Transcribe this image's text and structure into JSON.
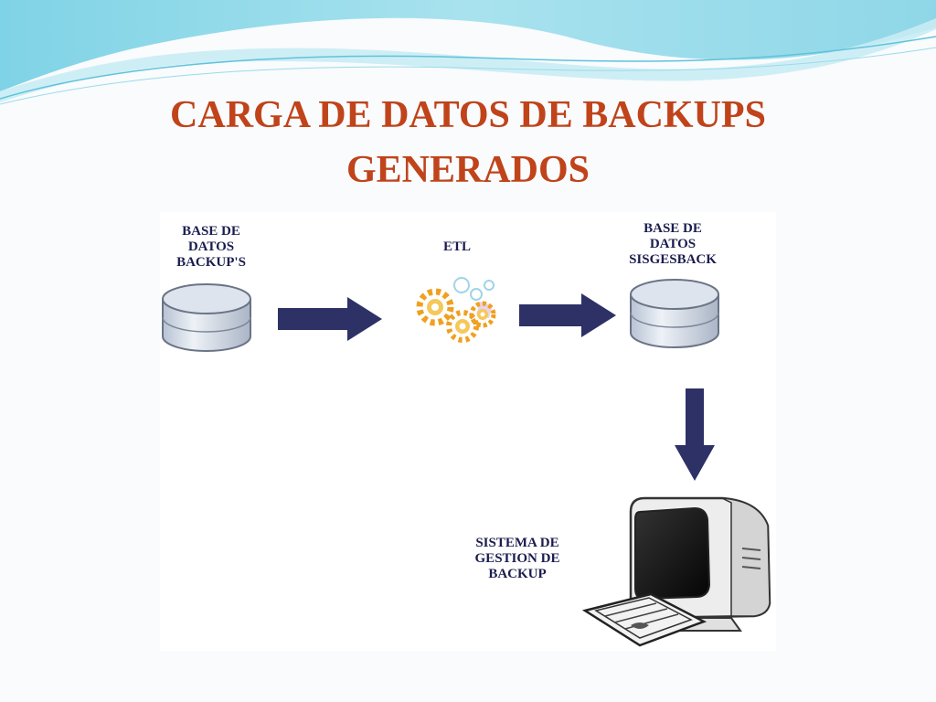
{
  "slide": {
    "title_lines": [
      "CARGA DE DATOS DE BACKUPS",
      "GENERADOS"
    ]
  },
  "diagram": {
    "nodes": [
      {
        "id": "source-db",
        "shape": "database-cylinder",
        "label_lines": [
          "BASE DE",
          "DATOS",
          "BACKUP'S"
        ]
      },
      {
        "id": "etl",
        "shape": "gears",
        "label_lines": [
          "ETL"
        ]
      },
      {
        "id": "target-db",
        "shape": "database-cylinder",
        "label_lines": [
          "BASE DE",
          "DATOS",
          "SISGESBACK"
        ]
      },
      {
        "id": "system",
        "shape": "computer-terminal",
        "label_lines": [
          "SISTEMA DE",
          "GESTION DE",
          "BACKUP"
        ]
      }
    ],
    "edges": [
      {
        "from": "source-db",
        "to": "etl",
        "direction": "right"
      },
      {
        "from": "etl",
        "to": "target-db",
        "direction": "right"
      },
      {
        "from": "target-db",
        "to": "system",
        "direction": "down"
      }
    ],
    "colors": {
      "title": "#c0431a",
      "arrow": "#2d3166",
      "label": "#1a1d4e",
      "gear": "#f0a020",
      "header_wave": "#5fc3dc"
    }
  }
}
